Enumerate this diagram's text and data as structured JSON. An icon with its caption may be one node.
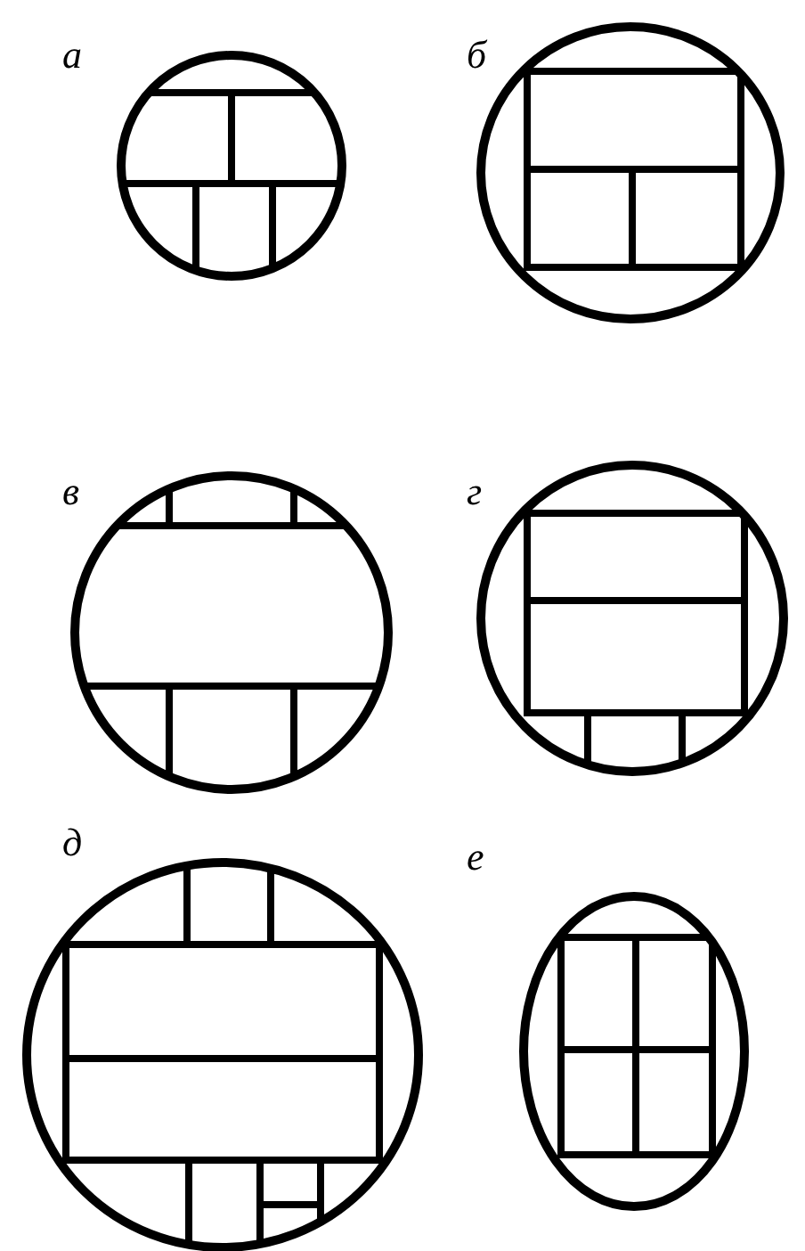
{
  "diagram": {
    "labels": [
      "а",
      "б",
      "в",
      "г",
      "д",
      "е"
    ]
  }
}
